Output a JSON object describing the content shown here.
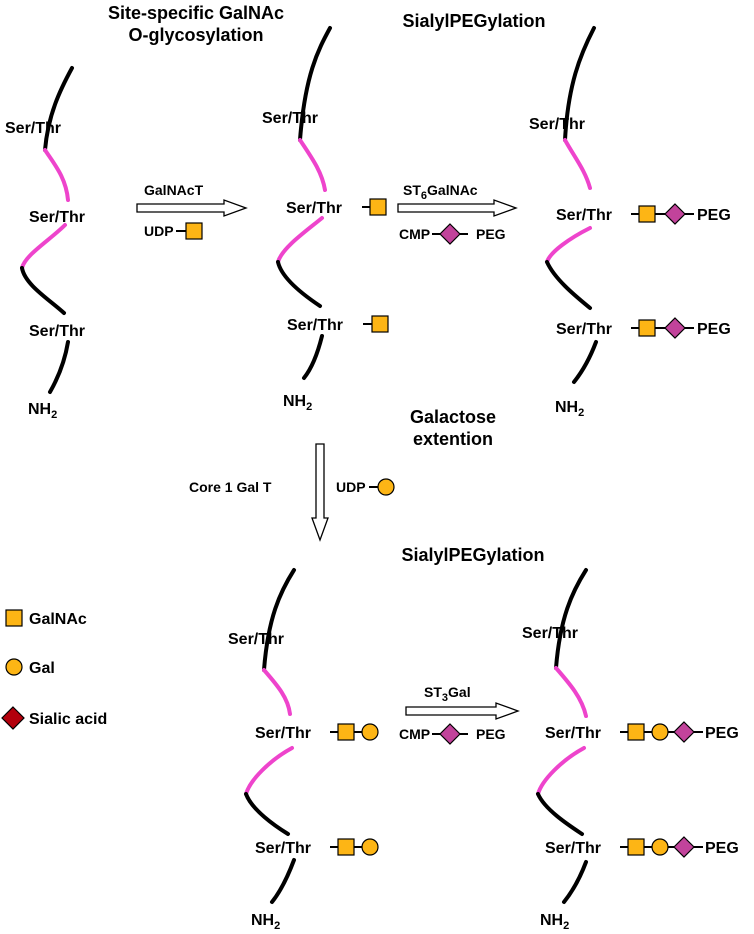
{
  "titles": {
    "step1_line1": "Site-specific GalNAc",
    "step1_line2": "O-glycosylation",
    "step2_top": "SialylPEGylation",
    "galactose_line1": "Galactose",
    "galactose_line2": "extention",
    "step2_bottom": "SialylPEGylation"
  },
  "residue_label": "Ser/Thr",
  "n_terminus": {
    "main": "NH",
    "sub": "2"
  },
  "enzymes": {
    "galnact": "GalNAcT",
    "st6galnac": {
      "pre": "ST",
      "sub": "6",
      "post": "GalNAc"
    },
    "core1": "Core 1 Gal T",
    "st3gal": {
      "pre": "ST",
      "sub": "3",
      "post": "Gal"
    }
  },
  "donors": {
    "udp": "UDP",
    "cmp": "CMP",
    "peg": "PEG"
  },
  "legend": [
    {
      "shape": "square",
      "label": "GalNAc",
      "color": "#FDB515"
    },
    {
      "shape": "circle",
      "label": "Gal",
      "color": "#FDB515"
    },
    {
      "shape": "diamond",
      "label": "Sialic acid",
      "color": "#B3000C"
    }
  ],
  "colors": {
    "galnac": "#FDB515",
    "gal": "#FDB515",
    "sialic_legend": "#B3000C",
    "sialic_peg": "#C2439B",
    "chain": "#000000",
    "chain_highlight": "#EE44CC"
  }
}
